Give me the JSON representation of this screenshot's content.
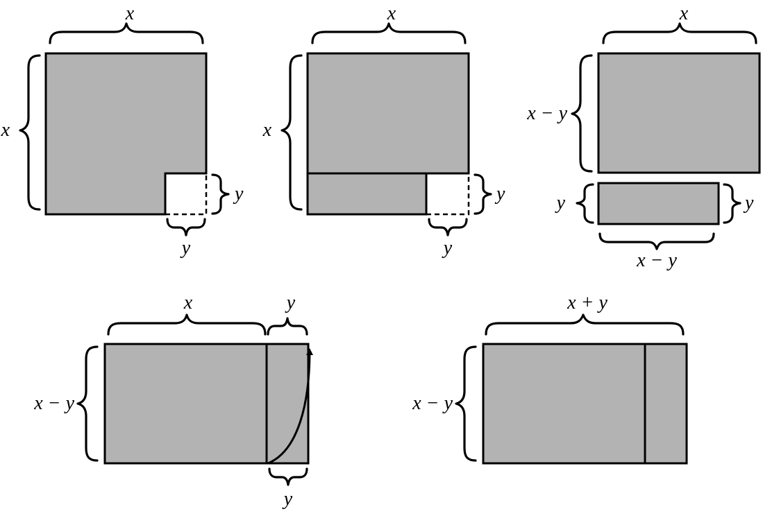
{
  "panels": [
    {
      "labels": {
        "top": "x",
        "left": "x",
        "right": "y",
        "bottom": "y"
      }
    },
    {
      "labels": {
        "top": "x",
        "left": "x",
        "right": "y",
        "bottom": "y"
      }
    },
    {
      "labels": {
        "top": "x",
        "left": "x − y",
        "small_left": "y",
        "small_right": "y",
        "bottom": "x − y"
      }
    },
    {
      "labels": {
        "top_left": "x",
        "top_right": "y",
        "left": "x − y",
        "bottom": "y"
      }
    },
    {
      "labels": {
        "top": "x + y",
        "left": "x − y"
      }
    }
  ]
}
